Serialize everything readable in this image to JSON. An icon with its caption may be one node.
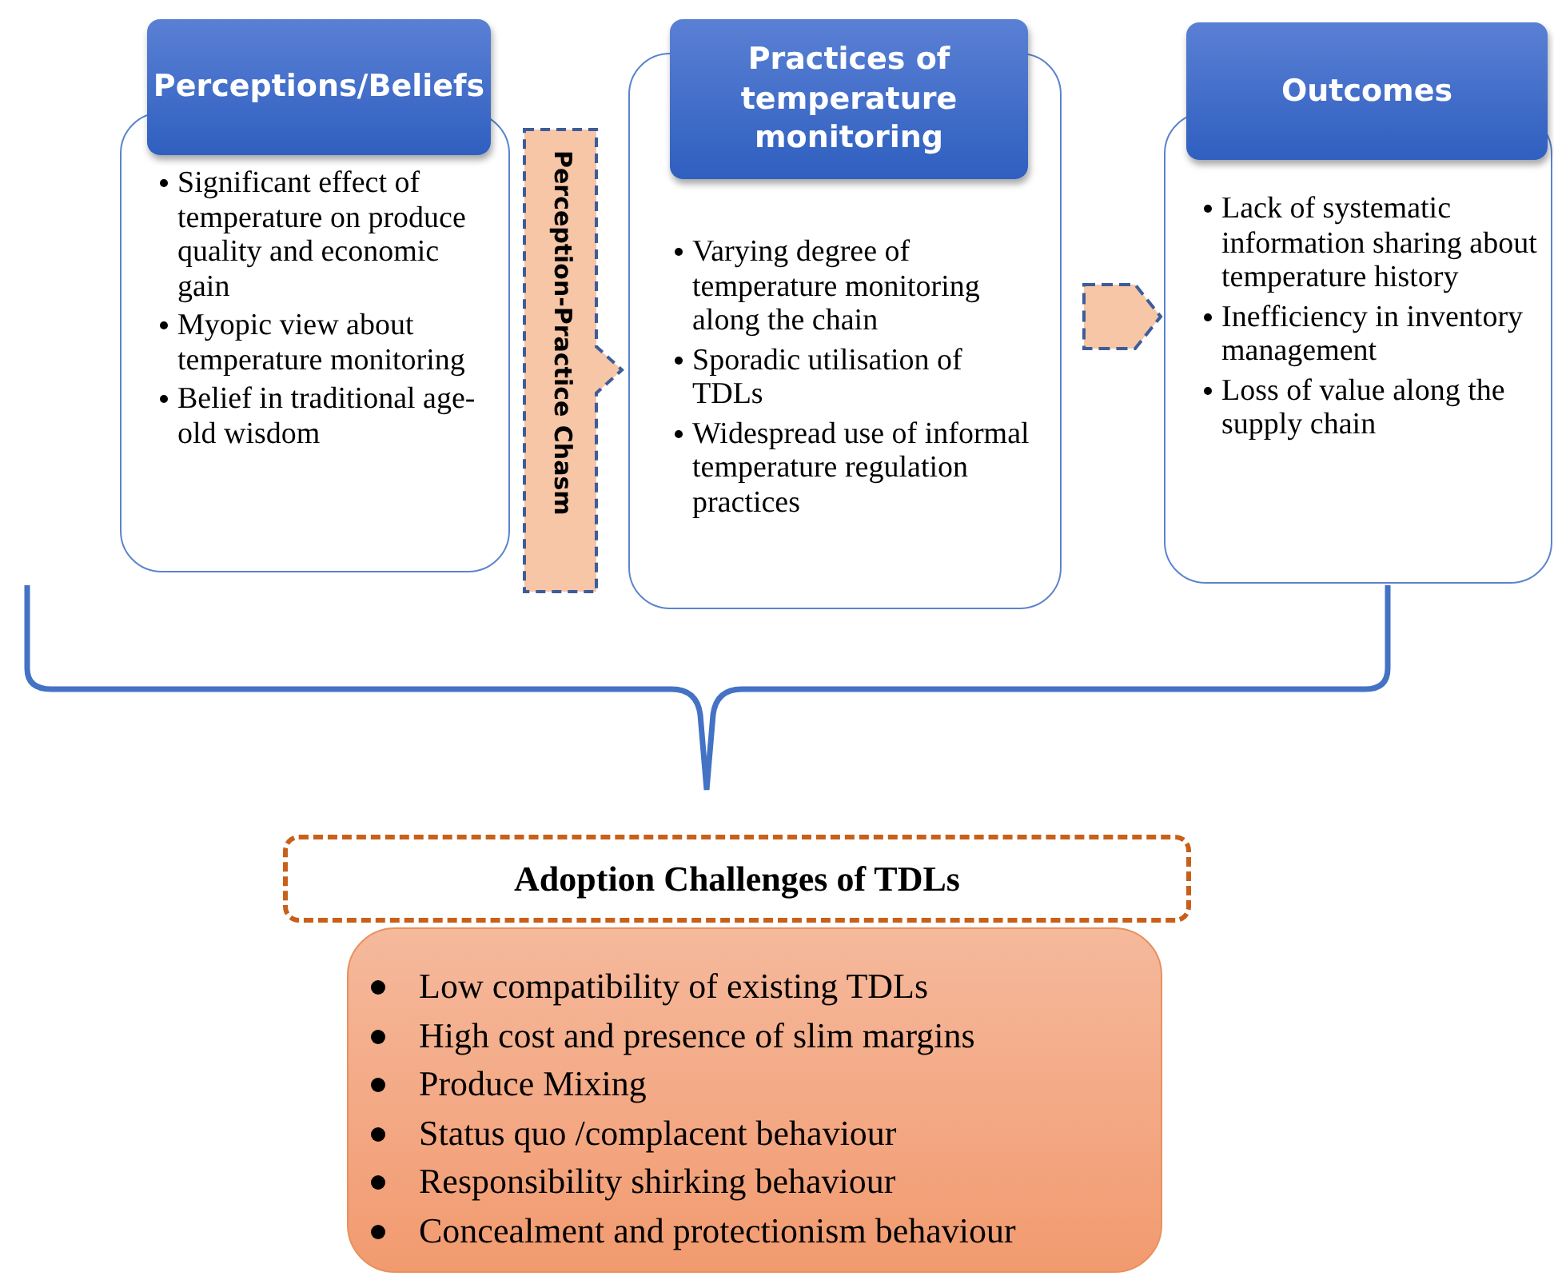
{
  "diagram": {
    "nodes": [
      {
        "text": [
          "Perceptions/Beliefs",
          "Significant effect of temperature on produce quality and economic gain",
          "Myopic view about temperature monitoring",
          "Belief in traditional age-old wisdom"
        ]
      },
      {
        "text": [
          "Practices of temperature monitoring",
          "Varying degree of temperature monitoring along the chain",
          "Sporadic utilisation of TDLs",
          "Widespread use of informal temperature regulation practices"
        ]
      },
      {
        "text": [
          "Outcomes",
          "Lack of systematic information sharing about temperature history",
          "Inefficiency  in inventory management",
          "Loss of value along the supply chain"
        ]
      },
      {
        "text": [
          "Perception-Practice Chasm"
        ]
      },
      {
        "text": [
          "Adoption Challenges of TDLs"
        ]
      },
      {
        "text": [
          "Low compatibility of existing TDLs",
          "High cost and presence of slim margins",
          "Produce Mixing",
          "Status quo /complacent behaviour",
          "Responsibility shirking behaviour",
          "Concealment and protectionism behaviour"
        ]
      }
    ],
    "edges": [
      {
        "from": 1,
        "to": 2,
        "arrow": "to",
        "style": "dashed"
      }
    ]
  }
}
